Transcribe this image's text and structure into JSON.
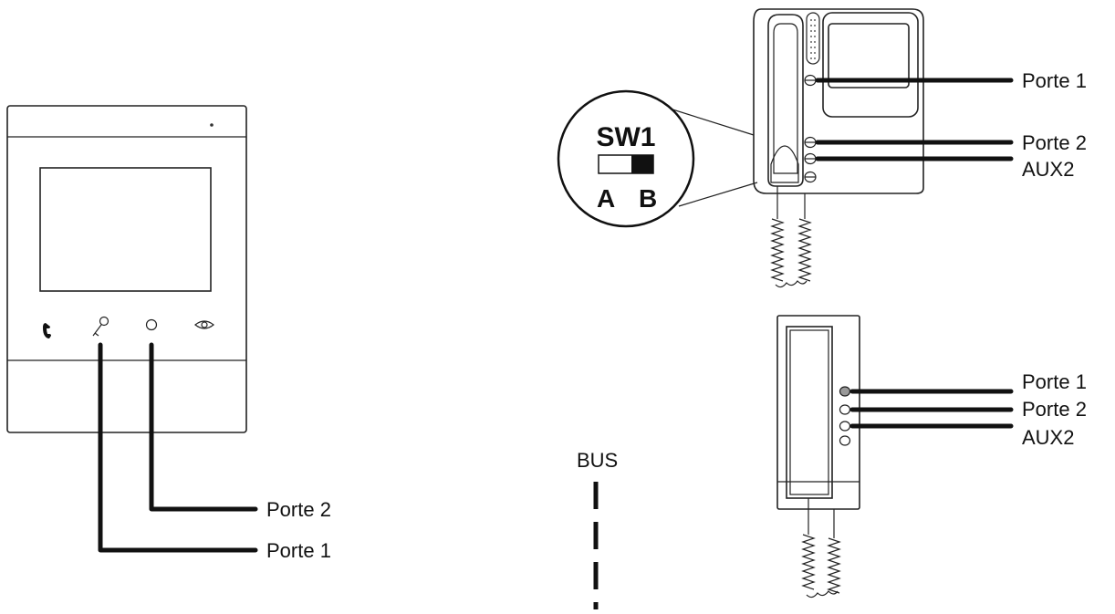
{
  "diagram": {
    "left_monitor": {
      "buttons": [
        {
          "icon": "phone-icon"
        },
        {
          "icon": "key-icon"
        },
        {
          "icon": "circle-button-icon"
        },
        {
          "icon": "eye-icon"
        }
      ],
      "wire_labels": {
        "door2": "Porte 2",
        "door1": "Porte 1"
      }
    },
    "bus": {
      "label": "BUS"
    },
    "top_handset": {
      "wire_labels": {
        "door1": "Porte 1",
        "door2": "Porte 2",
        "aux2": "AUX2"
      },
      "switch": {
        "title": "SW1",
        "pos_a": "A",
        "pos_b": "B",
        "selected": "B"
      }
    },
    "bottom_handset": {
      "wire_labels": {
        "door1": "Porte 1",
        "door2": "Porte 2",
        "aux2": "AUX2"
      }
    }
  }
}
